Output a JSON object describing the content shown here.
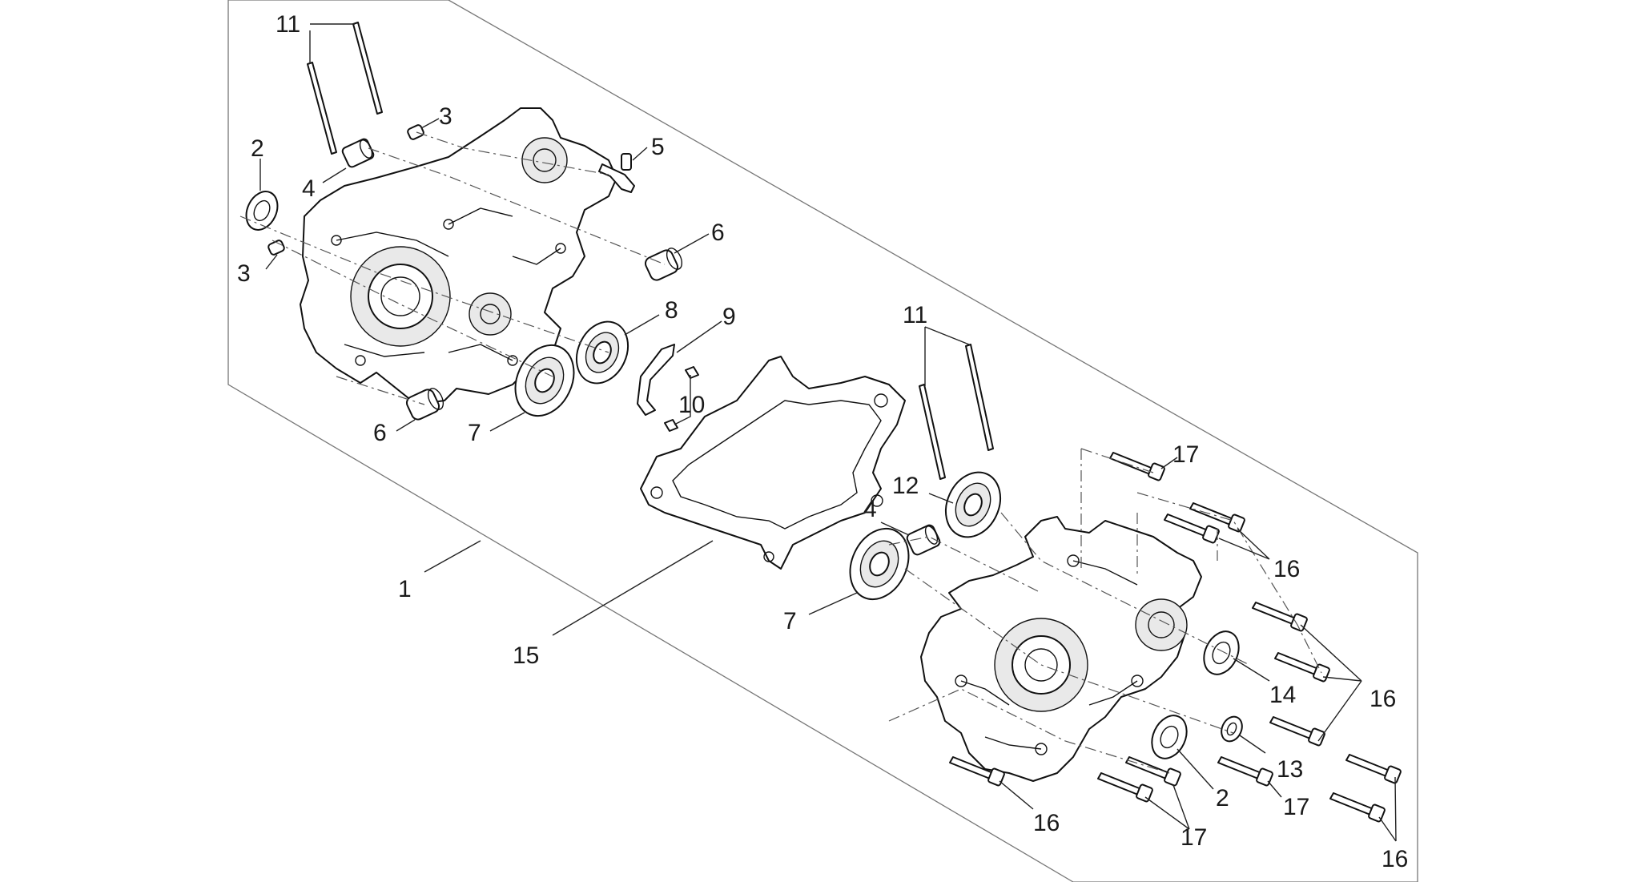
{
  "diagram": {
    "callouts": [
      {
        "id": "c11a",
        "text": "11"
      },
      {
        "id": "c3a",
        "text": "3"
      },
      {
        "id": "c2a",
        "text": "2"
      },
      {
        "id": "c4a",
        "text": "4"
      },
      {
        "id": "c5",
        "text": "5"
      },
      {
        "id": "c6a",
        "text": "6"
      },
      {
        "id": "c3b",
        "text": "3"
      },
      {
        "id": "c8",
        "text": "8"
      },
      {
        "id": "c9",
        "text": "9"
      },
      {
        "id": "c10",
        "text": "10"
      },
      {
        "id": "c6b",
        "text": "6"
      },
      {
        "id": "c7a",
        "text": "7"
      },
      {
        "id": "c1",
        "text": "1"
      },
      {
        "id": "c11b",
        "text": "11"
      },
      {
        "id": "c12",
        "text": "12"
      },
      {
        "id": "c4b",
        "text": "4"
      },
      {
        "id": "c17a",
        "text": "17"
      },
      {
        "id": "c16a",
        "text": "16"
      },
      {
        "id": "c7b",
        "text": "7"
      },
      {
        "id": "c15",
        "text": "15"
      },
      {
        "id": "c14",
        "text": "14"
      },
      {
        "id": "c16b",
        "text": "16"
      },
      {
        "id": "c13",
        "text": "13"
      },
      {
        "id": "c2b",
        "text": "2"
      },
      {
        "id": "c17b",
        "text": "17"
      },
      {
        "id": "c16c",
        "text": "16"
      },
      {
        "id": "c17c",
        "text": "17"
      },
      {
        "id": "c16d",
        "text": "16"
      }
    ]
  }
}
